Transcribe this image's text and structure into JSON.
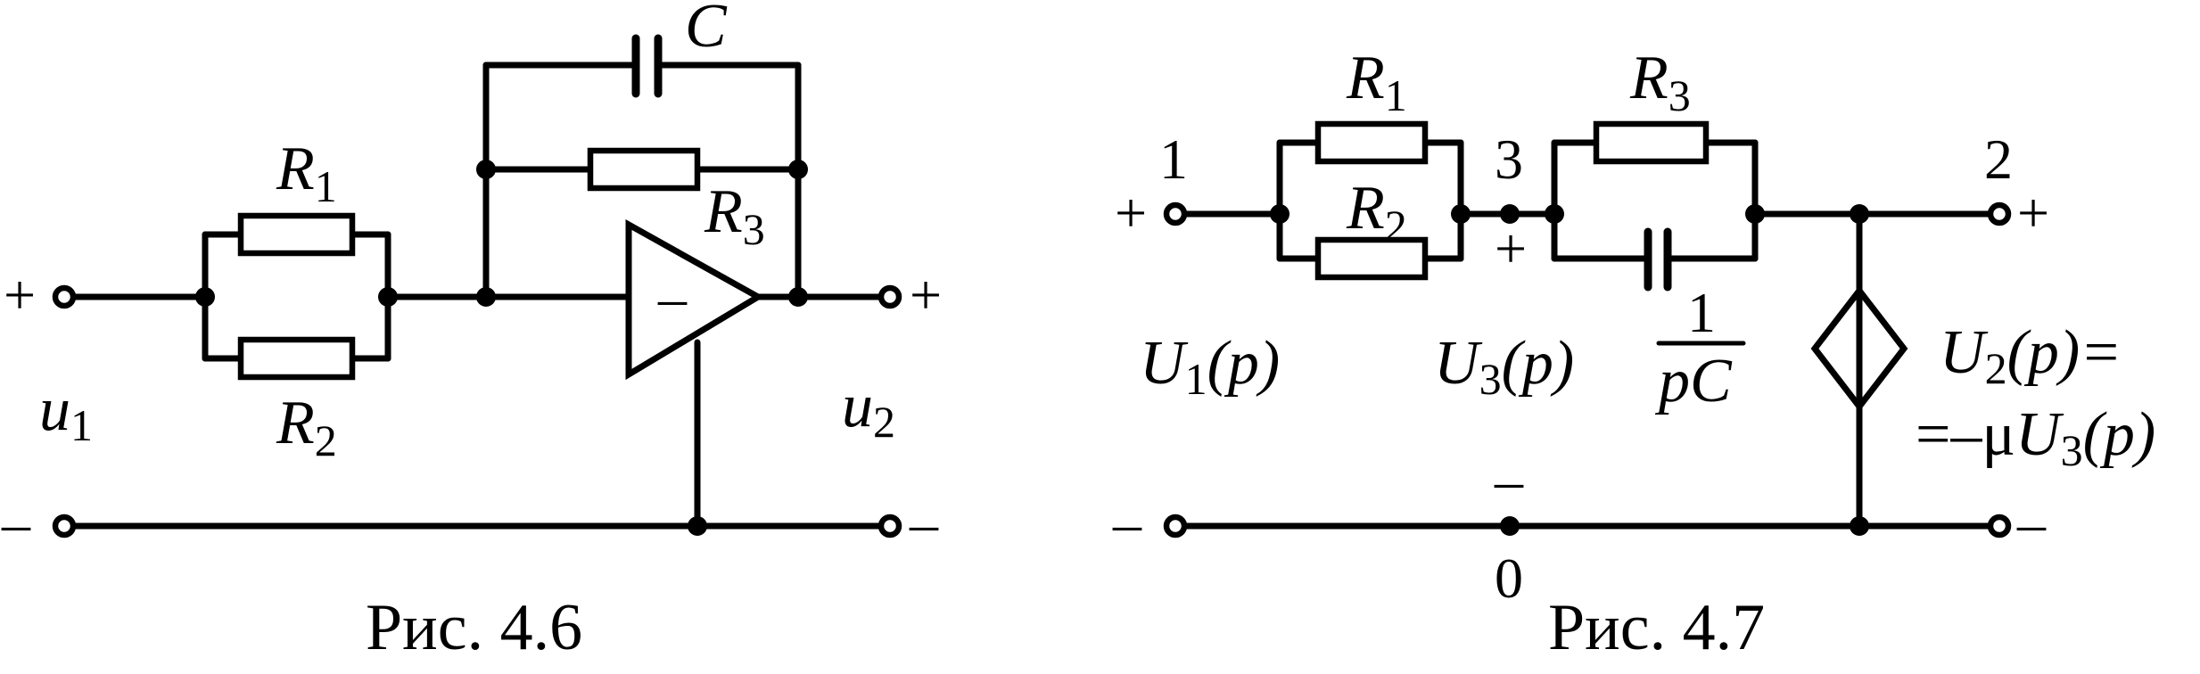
{
  "fig46": {
    "caption": "Рис. 4.6",
    "R1": {
      "letter": "R",
      "sub": "1"
    },
    "R2": {
      "letter": "R",
      "sub": "2"
    },
    "R3": {
      "letter": "R",
      "sub": "3"
    },
    "C": "C",
    "u1": {
      "letter": "u",
      "sub": "1"
    },
    "u2": {
      "letter": "u",
      "sub": "2"
    },
    "in_plus": "+",
    "in_minus": "–",
    "out_plus": "+",
    "out_minus": "–",
    "opamp_sign": "–"
  },
  "fig47": {
    "caption": "Рис. 4.7",
    "node1": "1",
    "node2": "2",
    "node3": "3",
    "node0": "0",
    "R1": {
      "letter": "R",
      "sub": "1"
    },
    "R2": {
      "letter": "R",
      "sub": "2"
    },
    "R3": {
      "letter": "R",
      "sub": "3"
    },
    "cap_num": "1",
    "cap_den": "pC",
    "U1": {
      "letter": "U",
      "sub": "1",
      "arg": "(p)"
    },
    "U3": {
      "letter": "U",
      "sub": "3",
      "arg": "(p)"
    },
    "U2_line1": {
      "letter": "U",
      "sub": "2",
      "arg": "(p)="
    },
    "U2_line2": {
      "prefix": "=–μ",
      "letter": "U",
      "sub": "3",
      "arg": "(p)"
    },
    "in_plus": "+",
    "in_minus": "–",
    "out_plus": "+",
    "out_minus": "–",
    "node3_plus": "+",
    "node0_minus": "–"
  }
}
